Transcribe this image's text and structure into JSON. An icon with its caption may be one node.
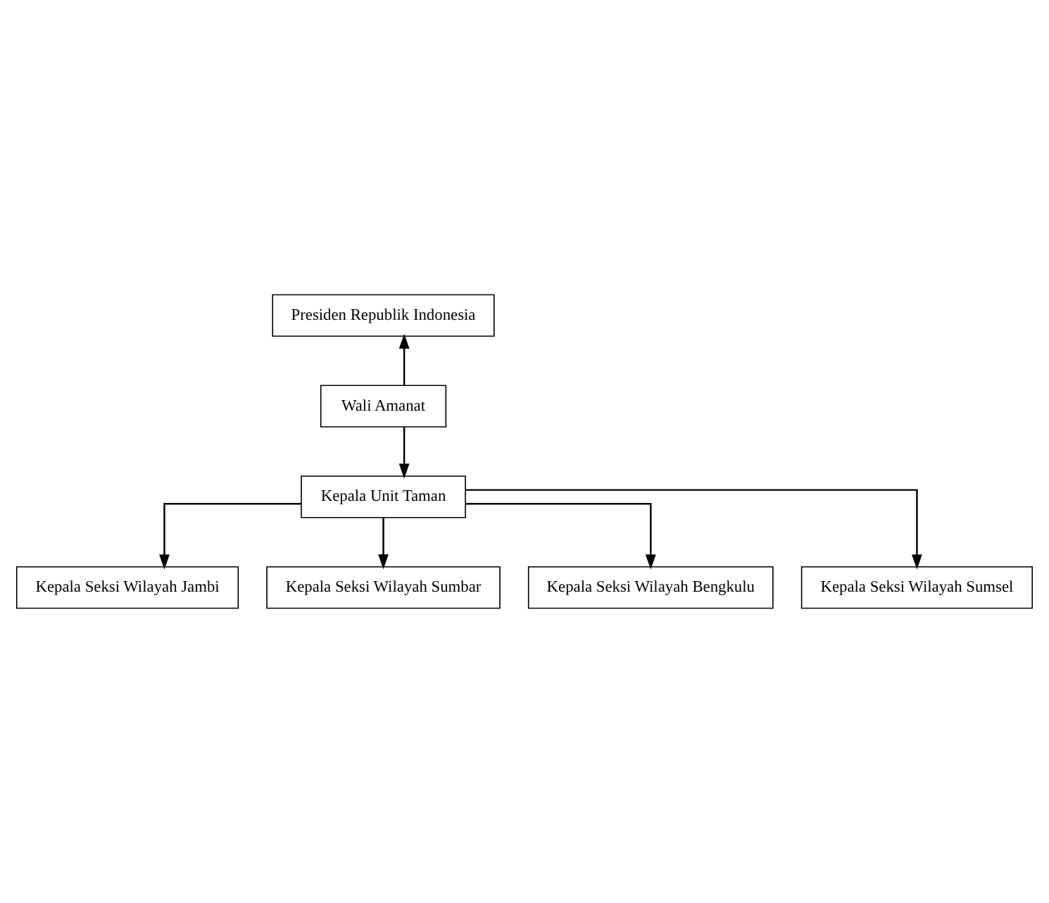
{
  "diagram": {
    "nodes": [
      {
        "text": [
          "Presiden Republik Indonesia"
        ]
      },
      {
        "text": [
          "Wali Amanat"
        ]
      },
      {
        "text": [
          "Kepala Unit Taman"
        ]
      },
      {
        "text": [
          "Kepala Seksi Wilayah Jambi"
        ]
      },
      {
        "text": [
          "Kepala Seksi Wilayah Sumbar"
        ]
      },
      {
        "text": [
          "Kepala Seksi Wilayah Bengkulu"
        ]
      },
      {
        "text": [
          "Kepala Seksi Wilayah Sumsel"
        ]
      }
    ],
    "edges": [
      {
        "from": 1,
        "to": 0,
        "arrow": "to"
      },
      {
        "from": 1,
        "to": 2,
        "arrow": "to"
      },
      {
        "from": 2,
        "to": 3,
        "arrow": "to"
      },
      {
        "from": 2,
        "to": 4,
        "arrow": "to"
      },
      {
        "from": 2,
        "to": 5,
        "arrow": "to"
      },
      {
        "from": 2,
        "to": 6,
        "arrow": "to"
      }
    ]
  }
}
